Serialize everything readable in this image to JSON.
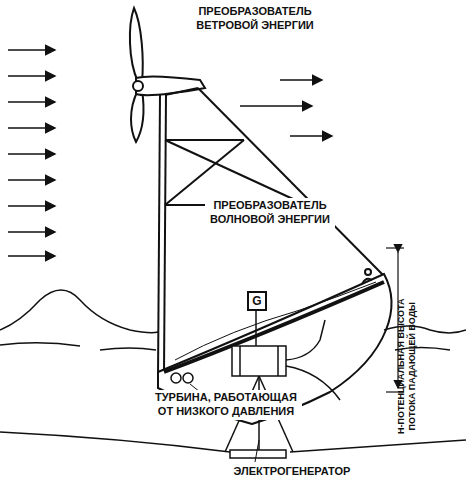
{
  "diagram": {
    "nodes": [
      {
        "text": [
          "G"
        ]
      }
    ],
    "labels": [
      "ПРЕОБРАЗОВАТЕЛЬ ВЕТРОВОЙ ЭНЕРГИИ",
      "ПРЕОБРАЗОВАТЕЛЬ ВОЛНОВОЙ ЭНЕРГИИ",
      "Н-ПОТЕНЦИАЛЬНАЯ ВЫСОТА ПОТОКА ПАДАЮЩЕЙ ВОДЫ",
      "ТУРБИНА, РАБОТАЮЩАЯ ОТ НИЗКОГО ДАВЛЕНИЯ",
      "ЭЛЕКТРОГЕНЕРАТОР"
    ]
  }
}
